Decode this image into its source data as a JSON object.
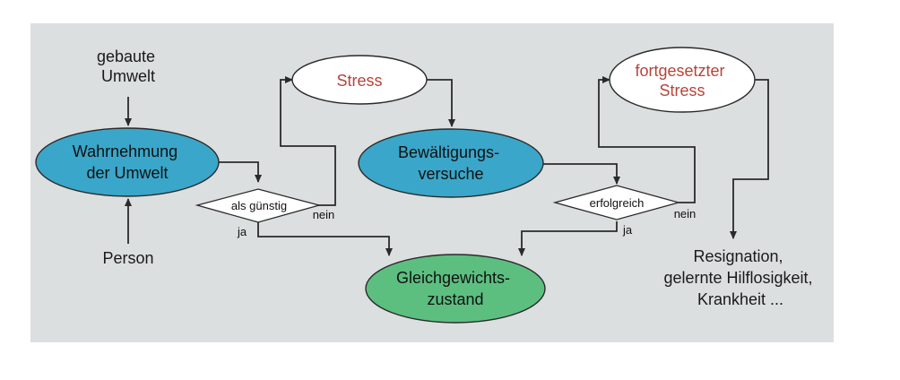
{
  "colors": {
    "background": "#dcdfdf",
    "blue_node": "#3aa6c9",
    "green_node": "#5cbf80",
    "white_node": "#ffffff",
    "stress_text": "#b5443a",
    "line": "#2a2a2a"
  },
  "nodes": {
    "gebaute_umwelt": [
      "gebaute",
      "Umwelt"
    ],
    "person": "Person",
    "wahrnehmung": [
      "Wahrnehmung",
      "der Umwelt"
    ],
    "stress": "Stress",
    "bewaeltigung": [
      "Bewältigungs-",
      "versuche"
    ],
    "fortgesetzter_stress": [
      "fortgesetzter",
      "Stress"
    ],
    "gleichgewicht": [
      "Gleichgewichts-",
      "zustand"
    ],
    "resignation": [
      "Resignation,",
      "gelernte Hilflosigkeit,",
      "Krankheit ..."
    ]
  },
  "decisions": {
    "als_guenstig": {
      "label": "als günstig",
      "yes": "ja",
      "no": "nein"
    },
    "erfolgreich": {
      "label": "erfolgreich",
      "yes": "ja",
      "no": "nein"
    }
  }
}
